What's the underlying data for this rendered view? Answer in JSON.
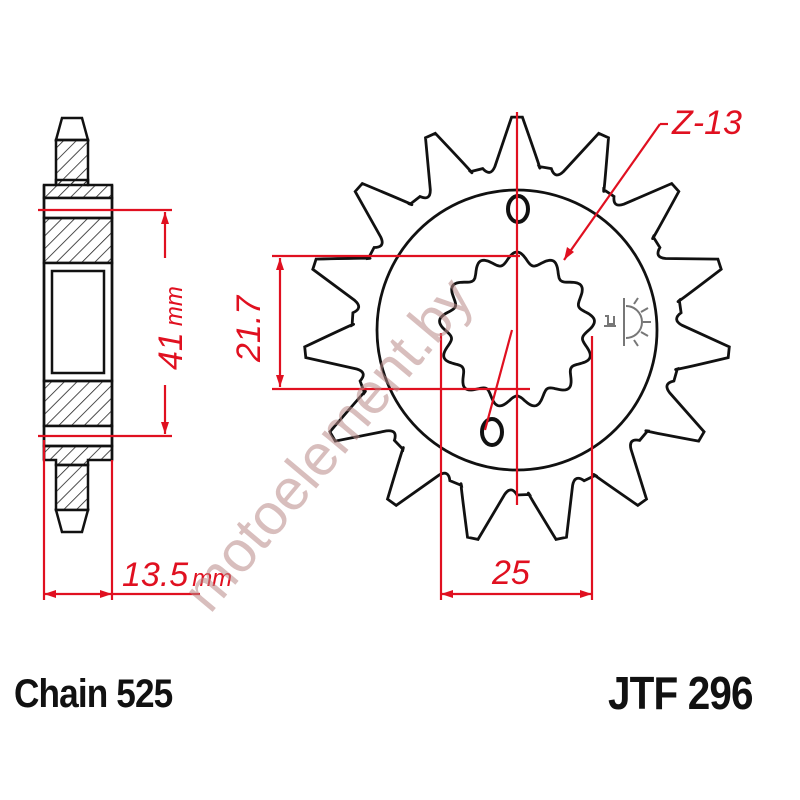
{
  "diagram": {
    "type": "technical-drawing",
    "subject": "Front sprocket",
    "part_number": "JTF 296",
    "chain_label": "Chain 525",
    "views": {
      "side_section": {
        "dimensions": {
          "hub_diameter": {
            "value": "41",
            "unit": "mm"
          },
          "width": {
            "value": "13.5",
            "unit": "mm"
          }
        }
      },
      "front": {
        "tooth_count_label": "Z-13",
        "dimensions": {
          "spline_inner": {
            "value": "21.7"
          },
          "spline_outer": {
            "value": "25"
          }
        },
        "outer_teeth": 15,
        "spline_teeth": 13,
        "bolt_holes": 2,
        "direction_icon": "sun-rotation-symbol"
      }
    },
    "watermark": "motoelement.by",
    "colors": {
      "outline": "#111111",
      "dimension": "#e01020",
      "hatch": "#222222",
      "watermark": "#b98a88",
      "background": "#ffffff"
    }
  }
}
